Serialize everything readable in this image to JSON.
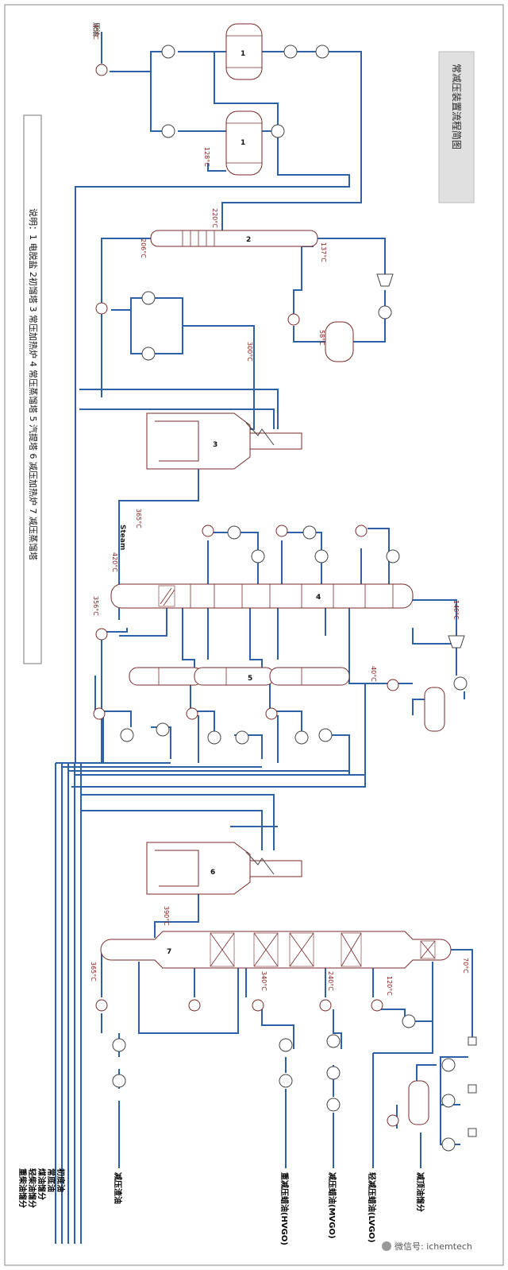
{
  "title": "常减压装置流程简图",
  "legend": "说明：1 电脱盐 2初馏塔 3 常压加热炉 4 常压蒸馏塔 5 汽提塔 6 减压加热炉 7 减压蒸馏塔",
  "feed": "原油",
  "steam": "Steam",
  "equipment_numbers": [
    "1",
    "1",
    "2",
    "3",
    "4",
    "5",
    "6",
    "7"
  ],
  "temperatures": [
    "45°C",
    "128°C",
    "220°C",
    "206°C",
    "137°C",
    "58°C",
    "300°C",
    "365°C",
    "420°C",
    "356°C",
    "140°C",
    "40°C",
    "390°C",
    "365°C",
    "340°C",
    "240°C",
    "120°C",
    "70°C"
  ],
  "products": [
    "初底油",
    "常底油",
    "煤油馏分",
    "轻柴油馏分",
    "重柴油馏分",
    "减压渣油",
    "重减压蜡油(HVGO)",
    "减压蜡油(MVGO)",
    "轻减压蜡油(LVGO)",
    "减顶油馏分"
  ],
  "watermark": "微信号: ichemtech",
  "colors": {
    "pipe": "#2e62a6",
    "equipment": "#7a2a2a",
    "temperature": "#8b1a1a"
  }
}
